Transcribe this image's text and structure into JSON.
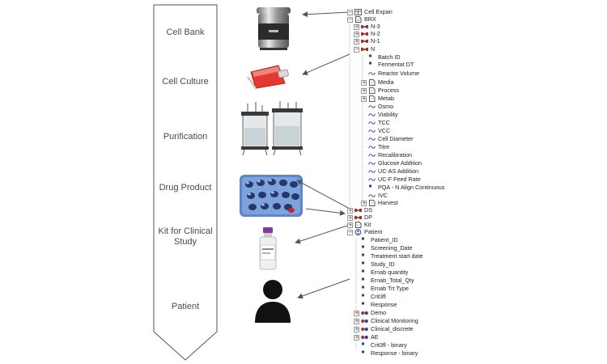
{
  "stages": [
    {
      "label": "Cell Bank"
    },
    {
      "label": "Cell Culture"
    },
    {
      "label": "Purification"
    },
    {
      "label": "Drug Product"
    },
    {
      "label": "Kit for Clinical Study"
    },
    {
      "label": "Patient"
    }
  ],
  "tree": {
    "cell_expan": "Cell Expan",
    "brx": "BRX",
    "n3": "N-3",
    "n2": "N-2",
    "n1": "N-1",
    "n": "N",
    "n_children": {
      "batch_id": "Batch ID",
      "fermentat_dt": "Fermentat DT",
      "reactor_volume": "Reactor Volume",
      "media": "Media",
      "process": "Process",
      "metab": "Metab",
      "osmo": "Osmo",
      "viability": "Viability",
      "tcc": "TCC",
      "vcc": "VCC",
      "cell_diameter": "Cell Diameter",
      "titre": "Titre",
      "recalibration": "Recalibration",
      "glucose_addition": "Glucose Addition",
      "uc_as_addition": "UC-AS Addition",
      "uc_f_feed_rate": "UC-F Feed Rate",
      "pqa": "PQA -  N Align Continuous",
      "ivc": "IVC",
      "harvest": "Harvest"
    },
    "ds": "DS",
    "dp": "DP",
    "kit": "Kit",
    "patient": "Patient",
    "patient_children": {
      "patient_id": "Patient_ID",
      "screening_date": "Screening_Date",
      "treatment_start": "Treatment start date",
      "study_id": "Study_ID",
      "ernab_quantity": "Ernab quantity",
      "ernab_total_qty": "Ernab_Total_Qty",
      "ernab_trt_type": "Ernab Trt Type",
      "crit3fl": "Crit3fl",
      "response": "Response",
      "demo": "Demo",
      "clinical_monitoring": "Clinical Monitoring",
      "clinical_discrete": "Clinical_discrete",
      "ae": "AE",
      "crit3fl_binary": "Crit3fl - binary",
      "response_binary": "Response - binary"
    }
  },
  "icons": {
    "stage_images": [
      "steel-dewar-icon",
      "culture-flask-icon",
      "bioreactor-icon",
      "vial-tray-icon",
      "drug-vial-icon",
      "person-silhouette-icon"
    ],
    "tree_nodes": [
      "table-grid-icon",
      "document-icon",
      "red-green-node-icon",
      "blue-square-icon",
      "wave-icon",
      "patient-icon"
    ]
  },
  "colors": {
    "node_red": "#c8242b",
    "node_green": "#2c8b3c",
    "signal_blue": "#2a3ea8",
    "flask_red": "#e23a2e",
    "vial_blue": "#3e66b8"
  }
}
